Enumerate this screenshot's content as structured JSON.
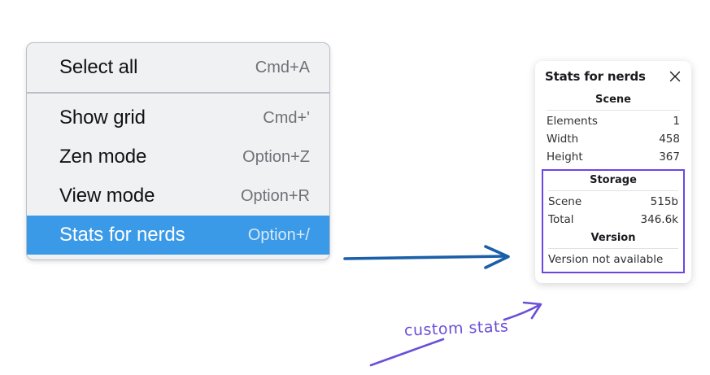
{
  "context_menu": {
    "groups": [
      {
        "items": [
          {
            "label": "Select all",
            "shortcut": "Cmd+A",
            "selected": false
          }
        ]
      },
      {
        "items": [
          {
            "label": "Show grid",
            "shortcut": "Cmd+'",
            "selected": false
          },
          {
            "label": "Zen mode",
            "shortcut": "Option+Z",
            "selected": false
          },
          {
            "label": "View mode",
            "shortcut": "Option+R",
            "selected": false
          },
          {
            "label": "Stats for nerds",
            "shortcut": "Option+/",
            "selected": true
          }
        ]
      }
    ],
    "highlight_color": "#3b9ae8",
    "background_color": "#f0f1f3"
  },
  "stats_panel": {
    "title": "Stats for nerds",
    "close_icon": "close-icon",
    "sections": [
      {
        "heading": "Scene",
        "rows": [
          {
            "key": "Elements",
            "value": "1"
          },
          {
            "key": "Width",
            "value": "458"
          },
          {
            "key": "Height",
            "value": "367"
          }
        ]
      },
      {
        "heading": "Storage",
        "rows": [
          {
            "key": "Scene",
            "value": "515b"
          },
          {
            "key": "Total",
            "value": "346.6k"
          }
        ]
      },
      {
        "heading": "Version",
        "text": "Version not available"
      }
    ],
    "highlight_border_color": "#6b46e5"
  },
  "annotations": {
    "note_text": "custom stats",
    "note_color": "#6b4fd8",
    "blue_arrow_color": "#1a5fa8",
    "purple_arrow_color": "#6b4fd8"
  }
}
